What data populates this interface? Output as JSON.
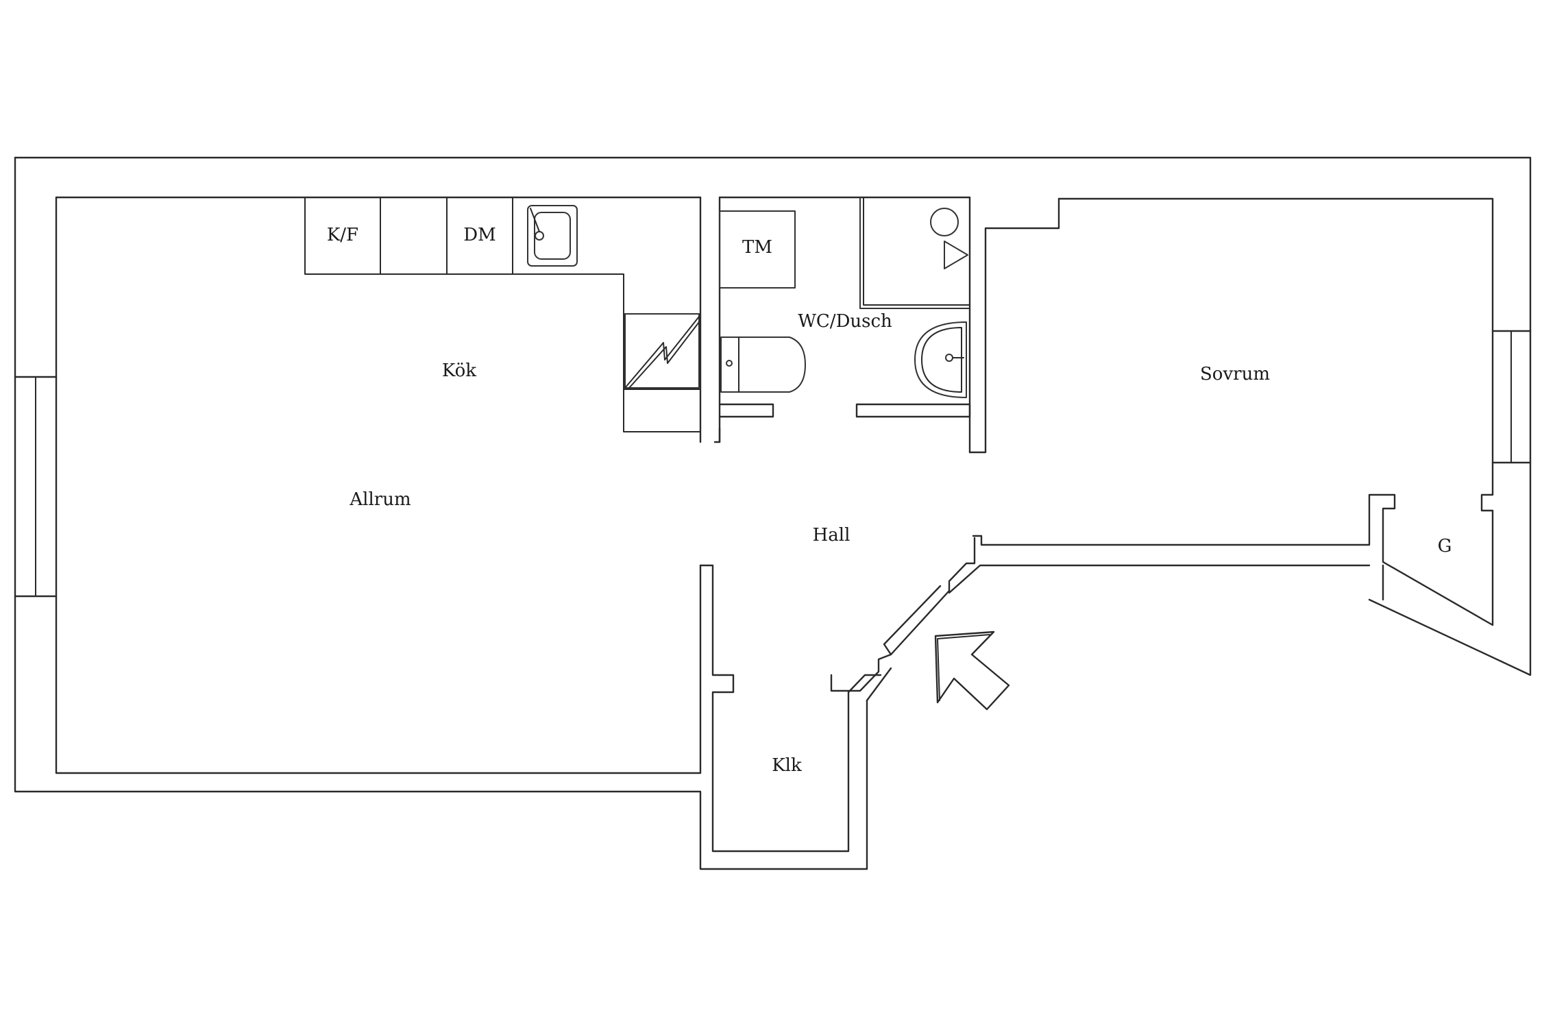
{
  "rooms": {
    "kok": "Kök",
    "allrum": "Allrum",
    "hall": "Hall",
    "wc_dusch": "WC/Dusch",
    "sovrum": "Sovrum",
    "klk": "Klk",
    "g": "G"
  },
  "fixtures": {
    "kf": "K/F",
    "dm": "DM",
    "tm": "TM"
  },
  "icons": {
    "entrance": "entrance-arrow-icon",
    "sink": "kitchen-sink-icon",
    "stove": "stove-icon",
    "toilet": "toilet-icon",
    "washbasin": "washbasin-icon",
    "shower": "shower-icon"
  }
}
